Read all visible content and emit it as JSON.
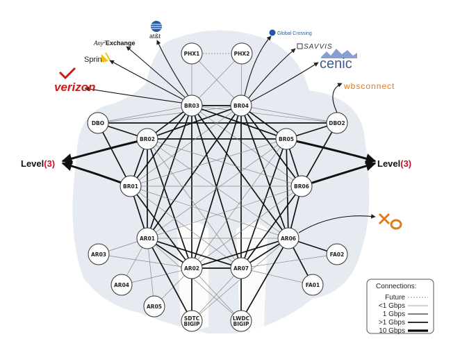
{
  "nodes": [
    {
      "id": "PHX1",
      "label": "PHX1"
    },
    {
      "id": "PHX2",
      "label": "PHX2"
    },
    {
      "id": "BR03",
      "label": "BR03"
    },
    {
      "id": "BR04",
      "label": "BR04"
    },
    {
      "id": "DBO",
      "label": "DBO"
    },
    {
      "id": "DBO2",
      "label": "DBO2"
    },
    {
      "id": "BR02",
      "label": "BR02"
    },
    {
      "id": "BR05",
      "label": "BR05"
    },
    {
      "id": "BR01",
      "label": "BR01"
    },
    {
      "id": "BR06",
      "label": "BR06"
    },
    {
      "id": "AR01",
      "label": "AR01"
    },
    {
      "id": "AR06",
      "label": "AR06"
    },
    {
      "id": "AR03",
      "label": "AR03"
    },
    {
      "id": "AR02",
      "label": "AR02"
    },
    {
      "id": "AR07",
      "label": "AR07"
    },
    {
      "id": "FA02",
      "label": "FA02"
    },
    {
      "id": "AR04",
      "label": "AR04"
    },
    {
      "id": "FA01",
      "label": "FA01"
    },
    {
      "id": "AR05",
      "label": "AR05"
    },
    {
      "id": "SDTC",
      "label": [
        "SDTC",
        "BIGIP"
      ]
    },
    {
      "id": "LWDC",
      "label": [
        "LWDC",
        "BIGIP"
      ]
    }
  ],
  "links": [
    [
      "PHX1",
      "PHX2",
      "future"
    ],
    [
      "PHX1",
      "BR03",
      "lt1"
    ],
    [
      "PHX1",
      "BR04",
      "lt1"
    ],
    [
      "PHX2",
      "BR03",
      "lt1"
    ],
    [
      "PHX2",
      "BR04",
      "lt1"
    ],
    [
      "BR03",
      "BR04",
      "gt1"
    ],
    [
      "DBO",
      "BR02",
      "gt1"
    ],
    [
      "DBO",
      "BR01",
      "gt1"
    ],
    [
      "DBO",
      "DBO2",
      "gt1"
    ],
    [
      "DBO",
      "BR03",
      "lt1"
    ],
    [
      "DBO",
      "BR04",
      "lt1"
    ],
    [
      "DBO2",
      "BR05",
      "gt1"
    ],
    [
      "DBO2",
      "BR06",
      "gt1"
    ],
    [
      "DBO2",
      "BR03",
      "lt1"
    ],
    [
      "DBO2",
      "BR04",
      "lt1"
    ],
    [
      "BR02",
      "BR05",
      "gt1"
    ],
    [
      "BR02",
      "BR01",
      "gt1"
    ],
    [
      "BR05",
      "BR06",
      "gt1"
    ],
    [
      "BR03",
      "BR02",
      "gt1"
    ],
    [
      "BR03",
      "BR05",
      "gt1"
    ],
    [
      "BR04",
      "BR02",
      "gt1"
    ],
    [
      "BR04",
      "BR05",
      "gt1"
    ],
    [
      "BR03",
      "BR01",
      "gt1"
    ],
    [
      "BR03",
      "BR06",
      "lt1"
    ],
    [
      "BR04",
      "BR01",
      "lt1"
    ],
    [
      "BR04",
      "BR06",
      "gt1"
    ],
    [
      "BR03",
      "AR01",
      "gt1"
    ],
    [
      "BR03",
      "AR02",
      "gt1"
    ],
    [
      "BR03",
      "AR06",
      "gt1"
    ],
    [
      "BR03",
      "AR07",
      "gt1"
    ],
    [
      "BR04",
      "AR01",
      "gt1"
    ],
    [
      "BR04",
      "AR02",
      "gt1"
    ],
    [
      "BR04",
      "AR06",
      "gt1"
    ],
    [
      "BR04",
      "AR07",
      "gt1"
    ],
    [
      "BR02",
      "AR01",
      "gt1"
    ],
    [
      "BR02",
      "AR02",
      "gt1"
    ],
    [
      "BR02",
      "AR06",
      "lt1"
    ],
    [
      "BR02",
      "AR07",
      "lt1"
    ],
    [
      "BR05",
      "AR01",
      "lt1"
    ],
    [
      "BR05",
      "AR02",
      "lt1"
    ],
    [
      "BR05",
      "AR06",
      "gt1"
    ],
    [
      "BR05",
      "AR07",
      "gt1"
    ],
    [
      "BR01",
      "AR01",
      "gt1"
    ],
    [
      "BR01",
      "AR02",
      "gt1"
    ],
    [
      "BR01",
      "AR06",
      "lt1"
    ],
    [
      "BR01",
      "AR07",
      "lt1"
    ],
    [
      "BR06",
      "AR01",
      "lt1"
    ],
    [
      "BR06",
      "AR02",
      "lt1"
    ],
    [
      "BR06",
      "AR06",
      "gt1"
    ],
    [
      "BR06",
      "AR07",
      "gt1"
    ],
    [
      "BR01",
      "BR06",
      "lt1"
    ],
    [
      "BR02",
      "BR06",
      "lt1"
    ],
    [
      "BR01",
      "BR05",
      "lt1"
    ],
    [
      "AR01",
      "AR06",
      "lt1"
    ],
    [
      "AR01",
      "AR02",
      "gt1"
    ],
    [
      "AR01",
      "AR07",
      "gt1"
    ],
    [
      "AR06",
      "AR02",
      "gt1"
    ],
    [
      "AR06",
      "AR07",
      "gt1"
    ],
    [
      "AR02",
      "AR07",
      "gt1"
    ],
    [
      "AR01",
      "AR03",
      "lt1"
    ],
    [
      "AR01",
      "AR04",
      "lt1"
    ],
    [
      "AR01",
      "AR05",
      "lt1"
    ],
    [
      "AR02",
      "AR03",
      "lt1"
    ],
    [
      "AR02",
      "AR04",
      "lt1"
    ],
    [
      "AR02",
      "AR05",
      "lt1"
    ],
    [
      "AR06",
      "FA02",
      "gt1"
    ],
    [
      "AR06",
      "FA01",
      "gt1"
    ],
    [
      "AR07",
      "FA02",
      "lt1"
    ],
    [
      "AR07",
      "FA01",
      "lt1"
    ],
    [
      "AR01",
      "SDTC",
      "gt1"
    ],
    [
      "AR02",
      "SDTC",
      "gt1"
    ],
    [
      "AR06",
      "LWDC",
      "gt1"
    ],
    [
      "AR07",
      "LWDC",
      "gt1"
    ],
    [
      "AR01",
      "LWDC",
      "lt1"
    ],
    [
      "AR02",
      "LWDC",
      "lt1"
    ],
    [
      "AR06",
      "SDTC",
      "lt1"
    ],
    [
      "AR07",
      "SDTC",
      "lt1"
    ]
  ],
  "peers": [
    {
      "id": "level3-left",
      "text": "Level",
      "paren": "(3)"
    },
    {
      "id": "level3-right",
      "text": "Level",
      "paren": "(3)"
    },
    {
      "id": "verizon",
      "text": "verizon"
    },
    {
      "id": "sprint",
      "text": "Sprint"
    },
    {
      "id": "anyexchange",
      "pre": "Any",
      "sup": "2",
      "text": "Exchange"
    },
    {
      "id": "att",
      "text": "at&t"
    },
    {
      "id": "globalcrossing",
      "text": "Global Crossing"
    },
    {
      "id": "savvis",
      "text": "SAVVIS"
    },
    {
      "id": "cenic",
      "text": "cenic"
    },
    {
      "id": "wbsconnect",
      "text": "wbsconnect"
    },
    {
      "id": "xo",
      "text": "XO"
    }
  ],
  "legend": {
    "title": "Connections:",
    "items": [
      {
        "label": "Future",
        "type": "future"
      },
      {
        "label": "<1 Gbps",
        "type": "lt1"
      },
      {
        "label": "1 Gbps",
        "type": "g1"
      },
      {
        "label": ">1 Gbps",
        "type": "gt1"
      },
      {
        "label": "10 Gbps",
        "type": "g10"
      }
    ]
  },
  "colors": {
    "background_shape": "#e6ebf2",
    "node_fill": "#ffffff",
    "node_stroke": "#333333",
    "link": "#000000",
    "link_light": "#888888",
    "verizon": "#cc1a1a",
    "sprint": "#1a1a1a",
    "sprint_wing": "#f2c200",
    "att": "#1e5aa8",
    "globalcrossing": "#1e5aa8",
    "cenic": "#3c5b8f",
    "wbsconnect": "#e07a1f",
    "xo": "#e07a1f",
    "level3_paren": "#c8102e"
  }
}
